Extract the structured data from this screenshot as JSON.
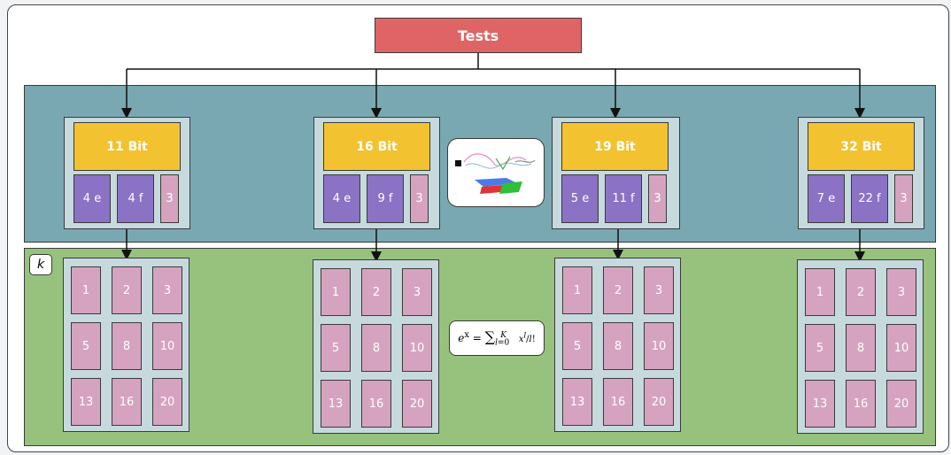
{
  "tests_label": "Tests",
  "k_label": "k",
  "formula": "e^x = ∑_{l=0}^{K} x^l / l!",
  "groups": [
    {
      "bit": "11 Bit",
      "e": "4 e",
      "f": "4 f",
      "n": "3",
      "cells": [
        "1",
        "2",
        "3",
        "5",
        "8",
        "10",
        "13",
        "16",
        "20"
      ]
    },
    {
      "bit": "16 Bit",
      "e": "4 e",
      "f": "9 f",
      "n": "3",
      "cells": [
        "1",
        "2",
        "3",
        "5",
        "8",
        "10",
        "13",
        "16",
        "20"
      ]
    },
    {
      "bit": "19 Bit",
      "e": "5 e",
      "f": "11 f",
      "n": "3",
      "cells": [
        "1",
        "2",
        "3",
        "5",
        "8",
        "10",
        "13",
        "16",
        "20"
      ]
    },
    {
      "bit": "32 Bit",
      "e": "7 e",
      "f": "22 f",
      "n": "3",
      "cells": [
        "1",
        "2",
        "3",
        "5",
        "8",
        "10",
        "13",
        "16",
        "20"
      ]
    }
  ],
  "colors": {
    "tests": "#df6466",
    "band_top": "#79a8b2",
    "band_bottom": "#97c27e",
    "bit": "#f2c230",
    "chip_purple": "#8b72c4",
    "chip_pink": "#d5a3bf",
    "card": "#c6dade"
  }
}
